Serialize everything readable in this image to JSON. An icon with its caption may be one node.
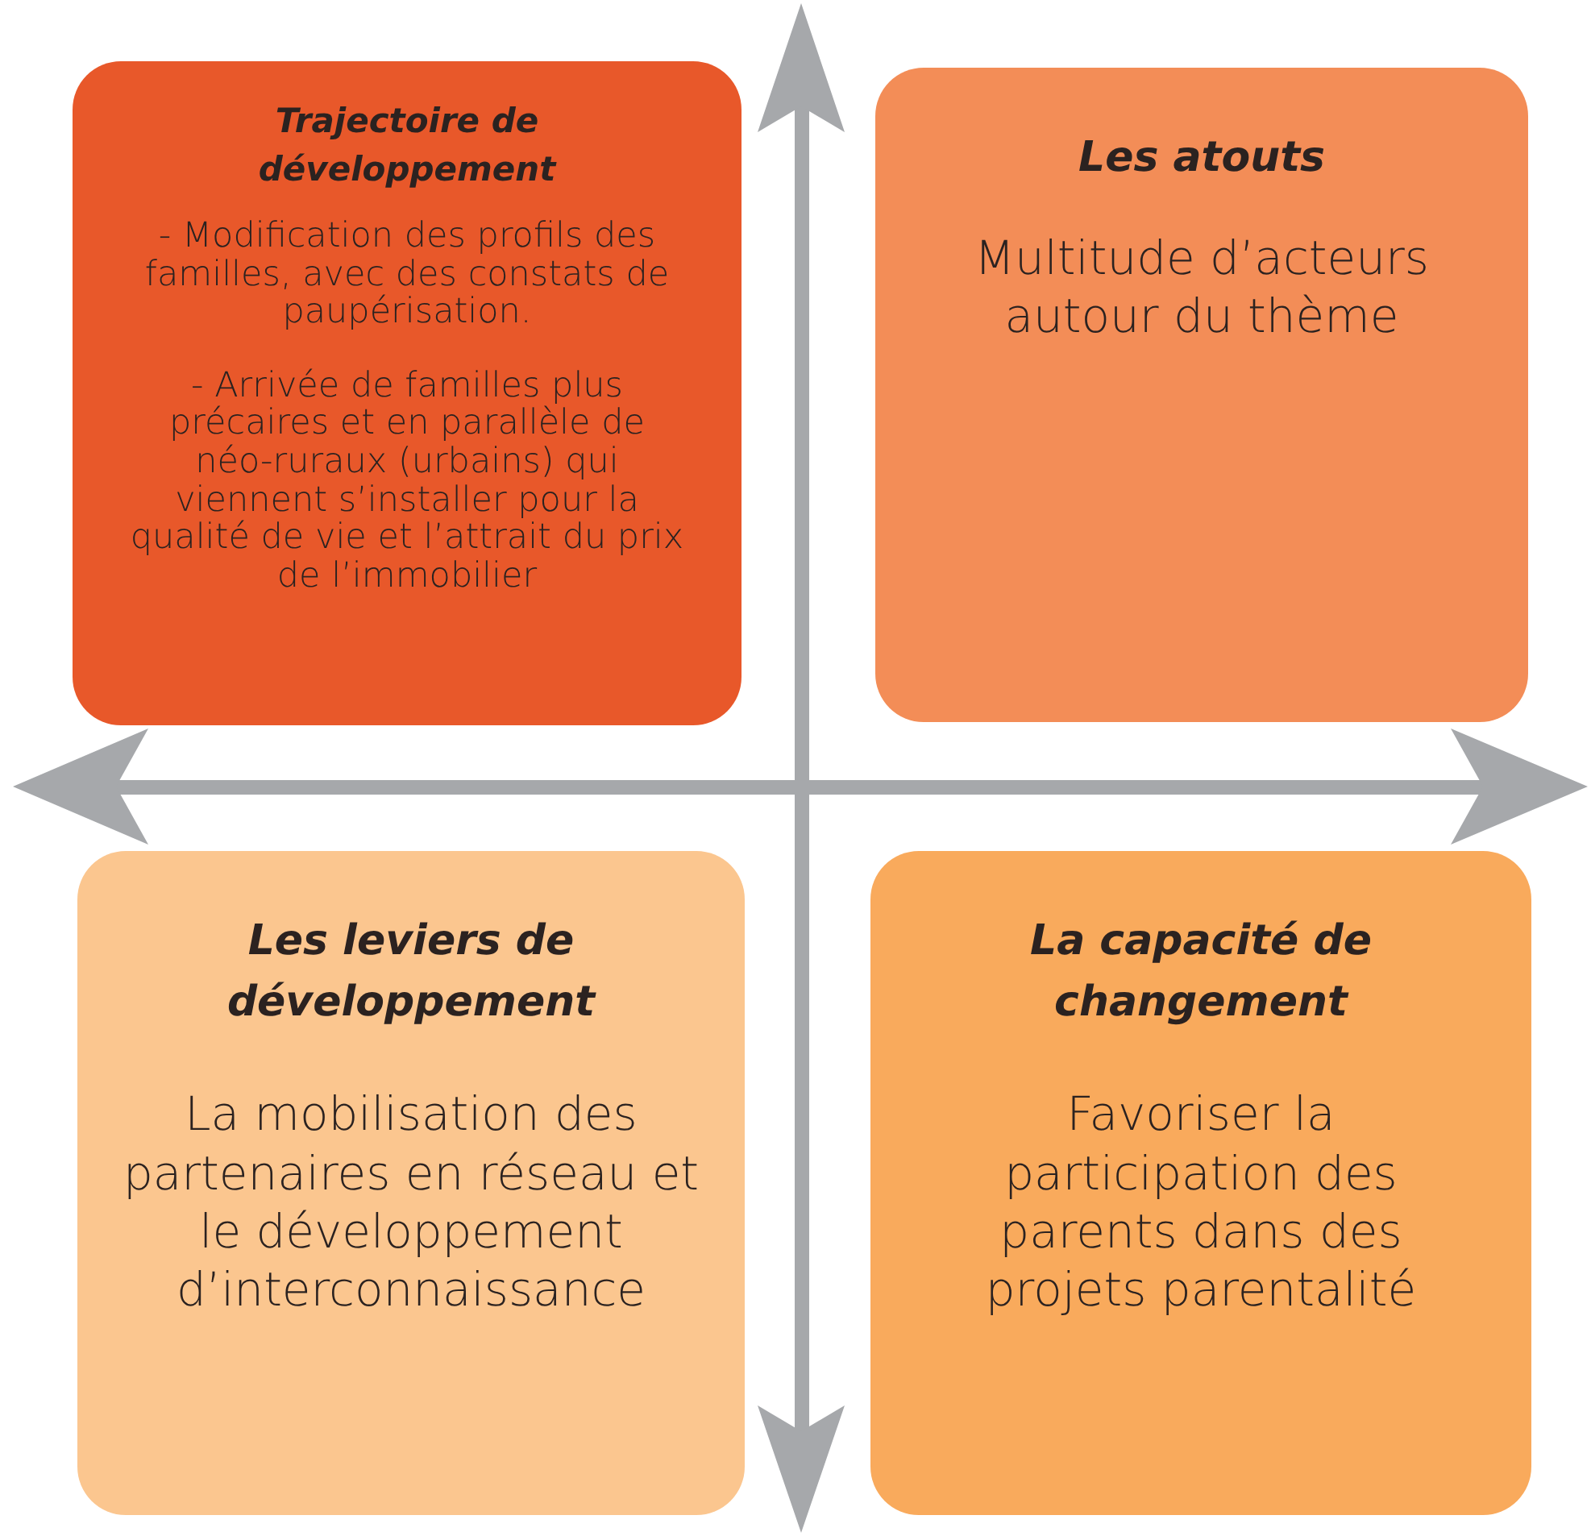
{
  "diagram": {
    "nodes": [
      {
        "text": [
          "Trajectoire de développement",
          "- Modification des profils des familles, avec des constats de paupérisation.",
          "- Arrivée de familles plus précaires et en parallèle de néo-ruraux (urbains) qui viennent s’installer pour la qualité de vie et l’attrait du prix de l’immobilier"
        ]
      },
      {
        "text": [
          "Les atouts",
          "Multitude d’acteurs autour du thème"
        ]
      },
      {
        "text": [
          "Les leviers de développement",
          "La mobilisation des partenaires en réseau et le développement d’interconnaissance"
        ]
      },
      {
        "text": [
          "La capacité de changement",
          "Favoriser la participation des parents dans des projets parentalité"
        ]
      }
    ],
    "edges": []
  }
}
